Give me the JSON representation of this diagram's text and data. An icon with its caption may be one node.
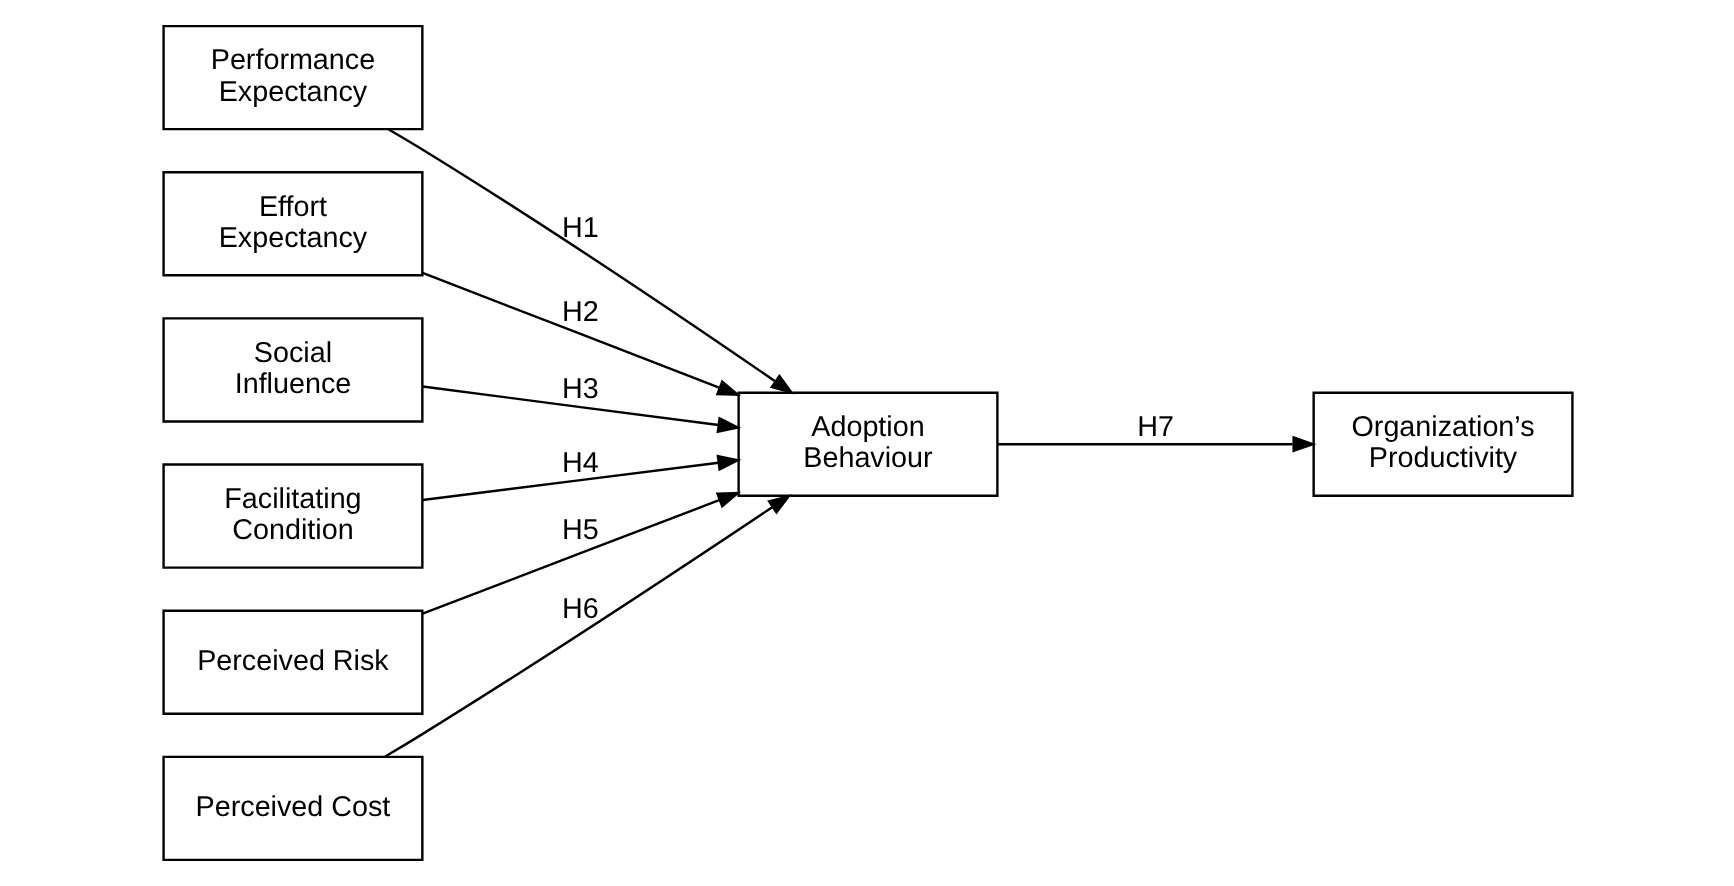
{
  "diagram": {
    "nodes": [
      {
        "text": [
          "Performance Expectancy"
        ]
      },
      {
        "text": [
          "Effort Expectancy"
        ]
      },
      {
        "text": [
          "Social Influence"
        ]
      },
      {
        "text": [
          "Facilitating Condition"
        ]
      },
      {
        "text": [
          "Perceived Risk"
        ]
      },
      {
        "text": [
          "Perceived Cost"
        ]
      },
      {
        "text": [
          "Adoption Behaviour"
        ]
      },
      {
        "text": [
          "Organization’s Productivity"
        ]
      }
    ],
    "edges": [
      {
        "from": 0,
        "to": 6,
        "arrow": "to",
        "label": "H1"
      },
      {
        "from": 1,
        "to": 6,
        "arrow": "to",
        "label": "H2"
      },
      {
        "from": 2,
        "to": 6,
        "arrow": "to",
        "label": "H3"
      },
      {
        "from": 3,
        "to": 6,
        "arrow": "to",
        "label": "H4"
      },
      {
        "from": 4,
        "to": 6,
        "arrow": "to",
        "label": "H5"
      },
      {
        "from": 5,
        "to": 6,
        "arrow": "to",
        "label": "H6"
      },
      {
        "from": 6,
        "to": 7,
        "arrow": "to",
        "label": "H7"
      }
    ]
  }
}
